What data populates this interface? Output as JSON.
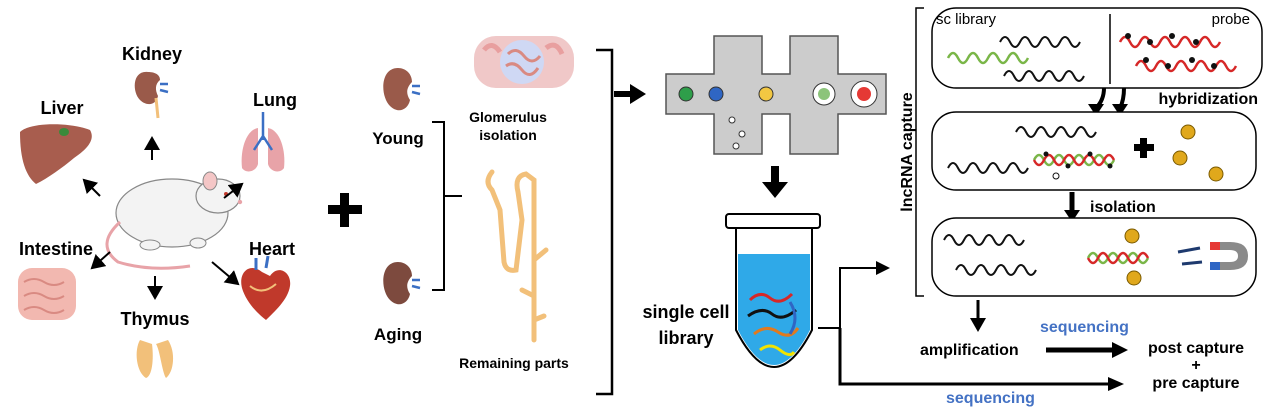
{
  "organs": {
    "kidney": "Kidney",
    "liver": "Liver",
    "lung": "Lung",
    "intestine": "Intestine",
    "heart": "Heart",
    "thymus": "Thymus"
  },
  "groups": {
    "young": "Young",
    "aging": "Aging"
  },
  "parts": {
    "glomerulus_line1": "Glomerulus",
    "glomerulus_line2": "isolation",
    "remaining": "Remaining parts"
  },
  "library": {
    "line1": "single cell",
    "line2": "library"
  },
  "capture": {
    "side_label": "lncRNA capture",
    "sc_library": "sc library",
    "probe": "probe",
    "hybridization": "hybridization",
    "isolation": "isolation"
  },
  "outputs": {
    "amplification": "amplification",
    "sequencing_top": "sequencing",
    "sequencing_bottom": "sequencing",
    "post_capture": "post capture",
    "plus": "+",
    "pre_capture": "pre capture"
  },
  "colors": {
    "wave_black": "#111111",
    "wave_green": "#7ab648",
    "wave_red": "#d62828",
    "accent_blue": "#4472c4",
    "tube_liquid": "#2fa9e8",
    "bead_gold": "#e0a81c",
    "kidney": "#9a5a4a",
    "liver": "#a85d4e",
    "lung": "#e8a3a8",
    "intestine": "#f2b8b0",
    "heart": "#c0392b",
    "thymus": "#f2c07a"
  }
}
